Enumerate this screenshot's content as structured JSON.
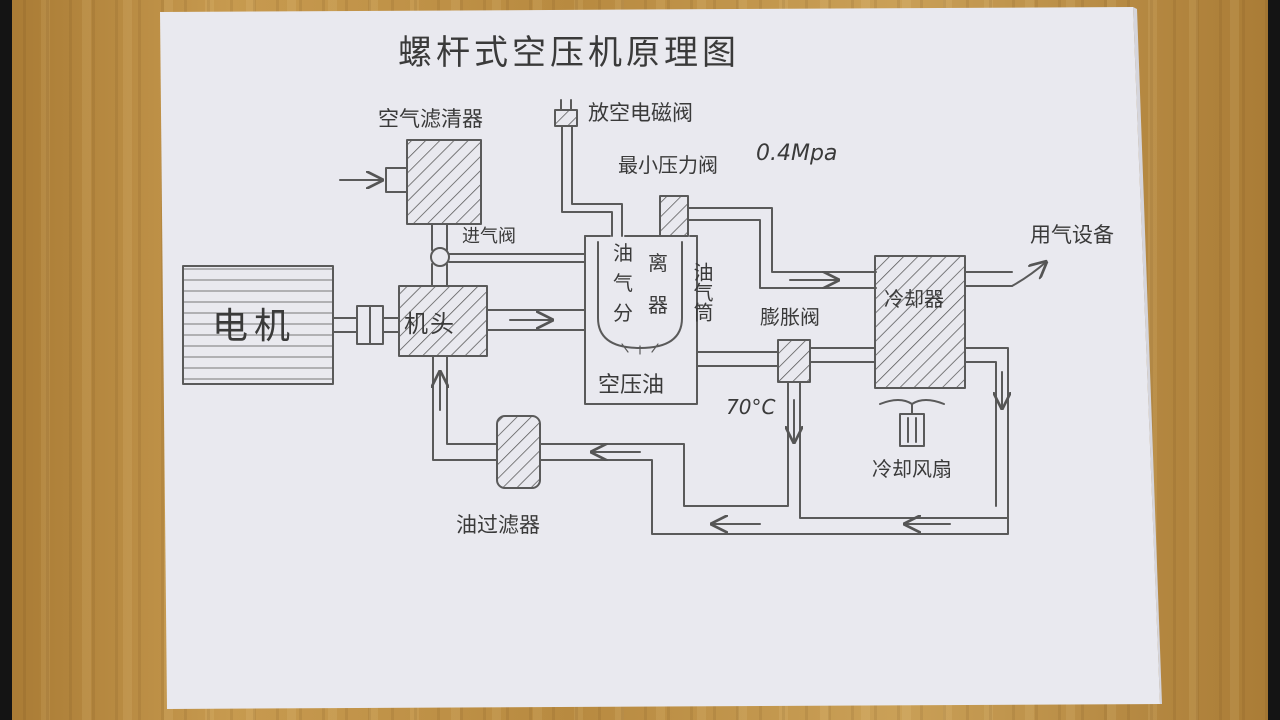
{
  "title": "螺杆式空压机原理图",
  "labels": {
    "air_filter": "空气滤清器",
    "vent_solenoid": "放空电磁阀",
    "min_pressure_valve": "最小压力阀",
    "min_pressure_value": "0.4Mpa",
    "intake_valve": "进气阀",
    "motor": "电机",
    "airend": "机头",
    "separator_oil": "油",
    "separator_gas": "气",
    "separator_split": "分",
    "separator_li": "离",
    "separator_qi": "器",
    "oil_gas_tank": "油气筒",
    "compressor_oil": "空压油",
    "expansion_valve": "膨胀阀",
    "cooler": "冷却器",
    "air_equipment": "用气设备",
    "temperature": "70°C",
    "cooling_fan": "冷却风扇",
    "oil_filter": "油过滤器"
  }
}
